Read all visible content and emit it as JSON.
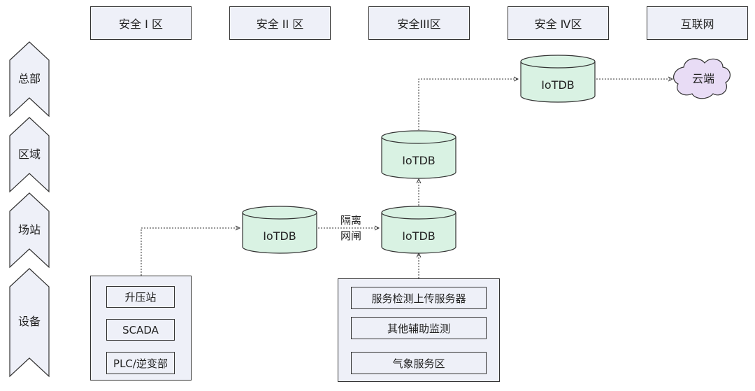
{
  "zones": [
    "安全 Ⅰ 区",
    "安全 II 区",
    "安全III区",
    "安全 Ⅳ区",
    "互联网"
  ],
  "levels": [
    "总部",
    "区域",
    "场站",
    "设备"
  ],
  "db_label": "IoTDB",
  "gateway": {
    "line1": "隔离",
    "line2": "网闸"
  },
  "cloud_label": "云端",
  "left_devices": [
    "升压站",
    "SCADA",
    "PLC/逆变部"
  ],
  "right_devices": [
    "服务检测上传服务器",
    "其他辅助监测",
    "气象服务区"
  ],
  "colors": {
    "zone_fill": "#eef0f8",
    "db_fill": "#d9f2e3",
    "cloud_fill": "#e8dcf5",
    "stroke": "#333333"
  }
}
